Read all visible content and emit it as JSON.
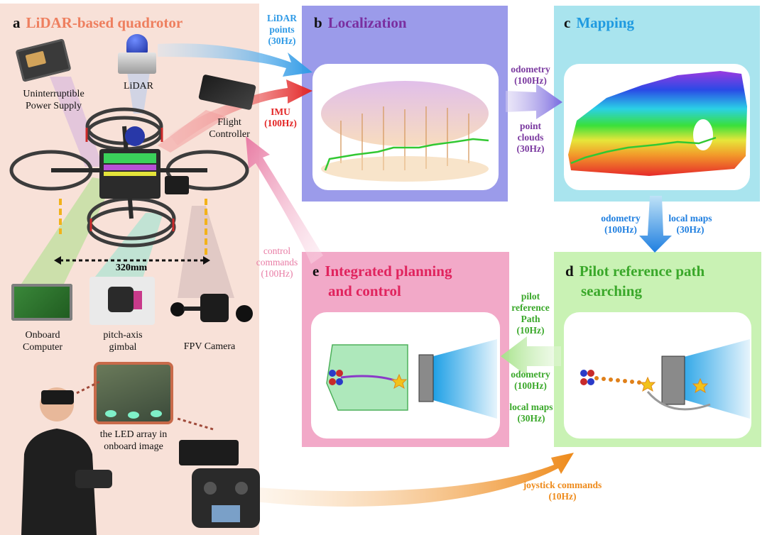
{
  "colors": {
    "panel_a_bg": "#f8e1d8",
    "panel_b_bg": "#9b9bea",
    "panel_c_bg": "#a9e4ee",
    "panel_d_bg": "#c9f2b4",
    "panel_e_bg": "#f2a9c8",
    "title_a": "#ee7f5f",
    "title_b": "#7a2fa0",
    "title_c": "#1f9ae0",
    "title_d": "#3aa82a",
    "title_e": "#e0245e",
    "lidar_blue": "#2f9ae6",
    "imu_red": "#e32525",
    "odometry_purple": "#7b3aa0",
    "joystick_orange": "#ee8a1a",
    "control_pink": "#e87ba4",
    "pilot_green": "#3aa82a"
  },
  "panels": {
    "a": {
      "letter": "a",
      "title": "LiDAR-based quadrotor"
    },
    "b": {
      "letter": "b",
      "title": "Localization"
    },
    "c": {
      "letter": "c",
      "title": "Mapping"
    },
    "d": {
      "letter": "d",
      "title_line1": "Pilot reference path",
      "title_line2": "searching"
    },
    "e": {
      "letter": "e",
      "title_line1": "Integrated planning",
      "title_line2": "and control"
    }
  },
  "components": {
    "ups_line1": "Uninterruptible",
    "ups_line2": "Power Supply",
    "lidar": "LiDAR",
    "fc_line1": "Flight",
    "fc_line2": "Controller",
    "dimension": "320mm",
    "computer_line1": "Onboard",
    "computer_line2": "Computer",
    "gimbal_line1": "pitch-axis",
    "gimbal_line2": "gimbal",
    "fpv": "FPV Camera",
    "led_line1": "the LED array in",
    "led_line2": "onboard image"
  },
  "flows": {
    "lidar_points": [
      "LiDAR",
      "points",
      "(30Hz)"
    ],
    "imu": [
      "IMU",
      "(100Hz)"
    ],
    "odometry_bc": [
      "odometry",
      "(100Hz)"
    ],
    "point_clouds": [
      "point",
      "clouds",
      "(30Hz)"
    ],
    "odometry_cd": [
      "odometry",
      "(100Hz)"
    ],
    "local_maps_cd": [
      "local maps",
      "(30Hz)"
    ],
    "control_commands": [
      "control",
      "commands",
      "(100Hz)"
    ],
    "pilot_path": [
      "pilot",
      "reference",
      "Path",
      "(10Hz)"
    ],
    "odometry_de": [
      "odometry",
      "(100Hz)"
    ],
    "local_maps_de": [
      "local maps",
      "(30Hz)"
    ],
    "joystick": [
      "joystick commands",
      "(10Hz)"
    ]
  }
}
